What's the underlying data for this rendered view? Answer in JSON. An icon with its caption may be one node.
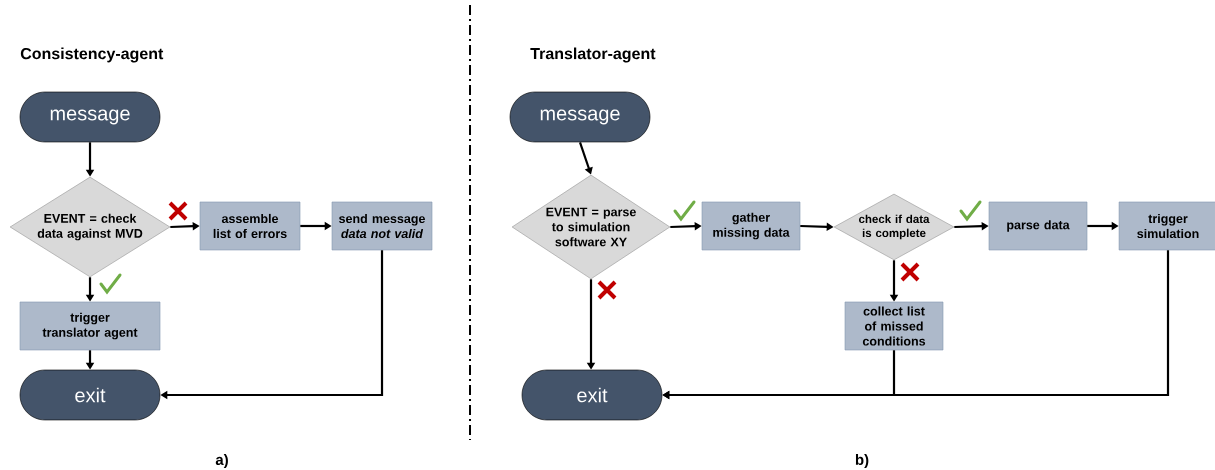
{
  "diagram": {
    "nodes": [
      {
        "text": [
          "message"
        ]
      },
      {
        "text": [
          "EVENT = check data against MVD"
        ]
      },
      {
        "text": [
          "assemble list of errors"
        ]
      },
      {
        "text": [
          "send message *data not valid*"
        ]
      },
      {
        "text": [
          "trigger translator agent"
        ]
      },
      {
        "text": [
          "exit"
        ]
      },
      {
        "text": [
          "message"
        ]
      },
      {
        "text": [
          "EVENT = parse to simulation software XY"
        ]
      },
      {
        "text": [
          "gather missing data"
        ]
      },
      {
        "text": [
          "check if data is complete"
        ]
      },
      {
        "text": [
          "parse data"
        ]
      },
      {
        "text": [
          "trigger simulation"
        ]
      },
      {
        "text": [
          "collect list of missed conditions"
        ]
      },
      {
        "text": [
          "exit"
        ]
      }
    ],
    "edges": [
      {
        "from": 0,
        "to": 1,
        "arrow": "to"
      },
      {
        "from": 1,
        "to": 2,
        "arrow": "to"
      },
      {
        "from": 2,
        "to": 3,
        "arrow": "to"
      },
      {
        "from": 1,
        "to": 4,
        "arrow": "to"
      },
      {
        "from": 4,
        "to": 5,
        "arrow": "to"
      },
      {
        "from": 3,
        "to": 5,
        "arrow": "to"
      },
      {
        "from": 6,
        "to": 7,
        "arrow": "to"
      },
      {
        "from": 7,
        "to": 8,
        "arrow": "to"
      },
      {
        "from": 8,
        "to": 9,
        "arrow": "to"
      },
      {
        "from": 9,
        "to": 10,
        "arrow": "to"
      },
      {
        "from": 10,
        "to": 11,
        "arrow": "to"
      },
      {
        "from": 9,
        "to": 12,
        "arrow": "to"
      },
      {
        "from": 7,
        "to": 13,
        "arrow": "to"
      },
      {
        "from": 12,
        "to": 13,
        "arrow": "to"
      },
      {
        "from": 11,
        "to": 13,
        "arrow": "to"
      }
    ],
    "labels": [
      "Consistency-agent",
      "Translator-agent",
      "a)",
      "b)"
    ]
  }
}
